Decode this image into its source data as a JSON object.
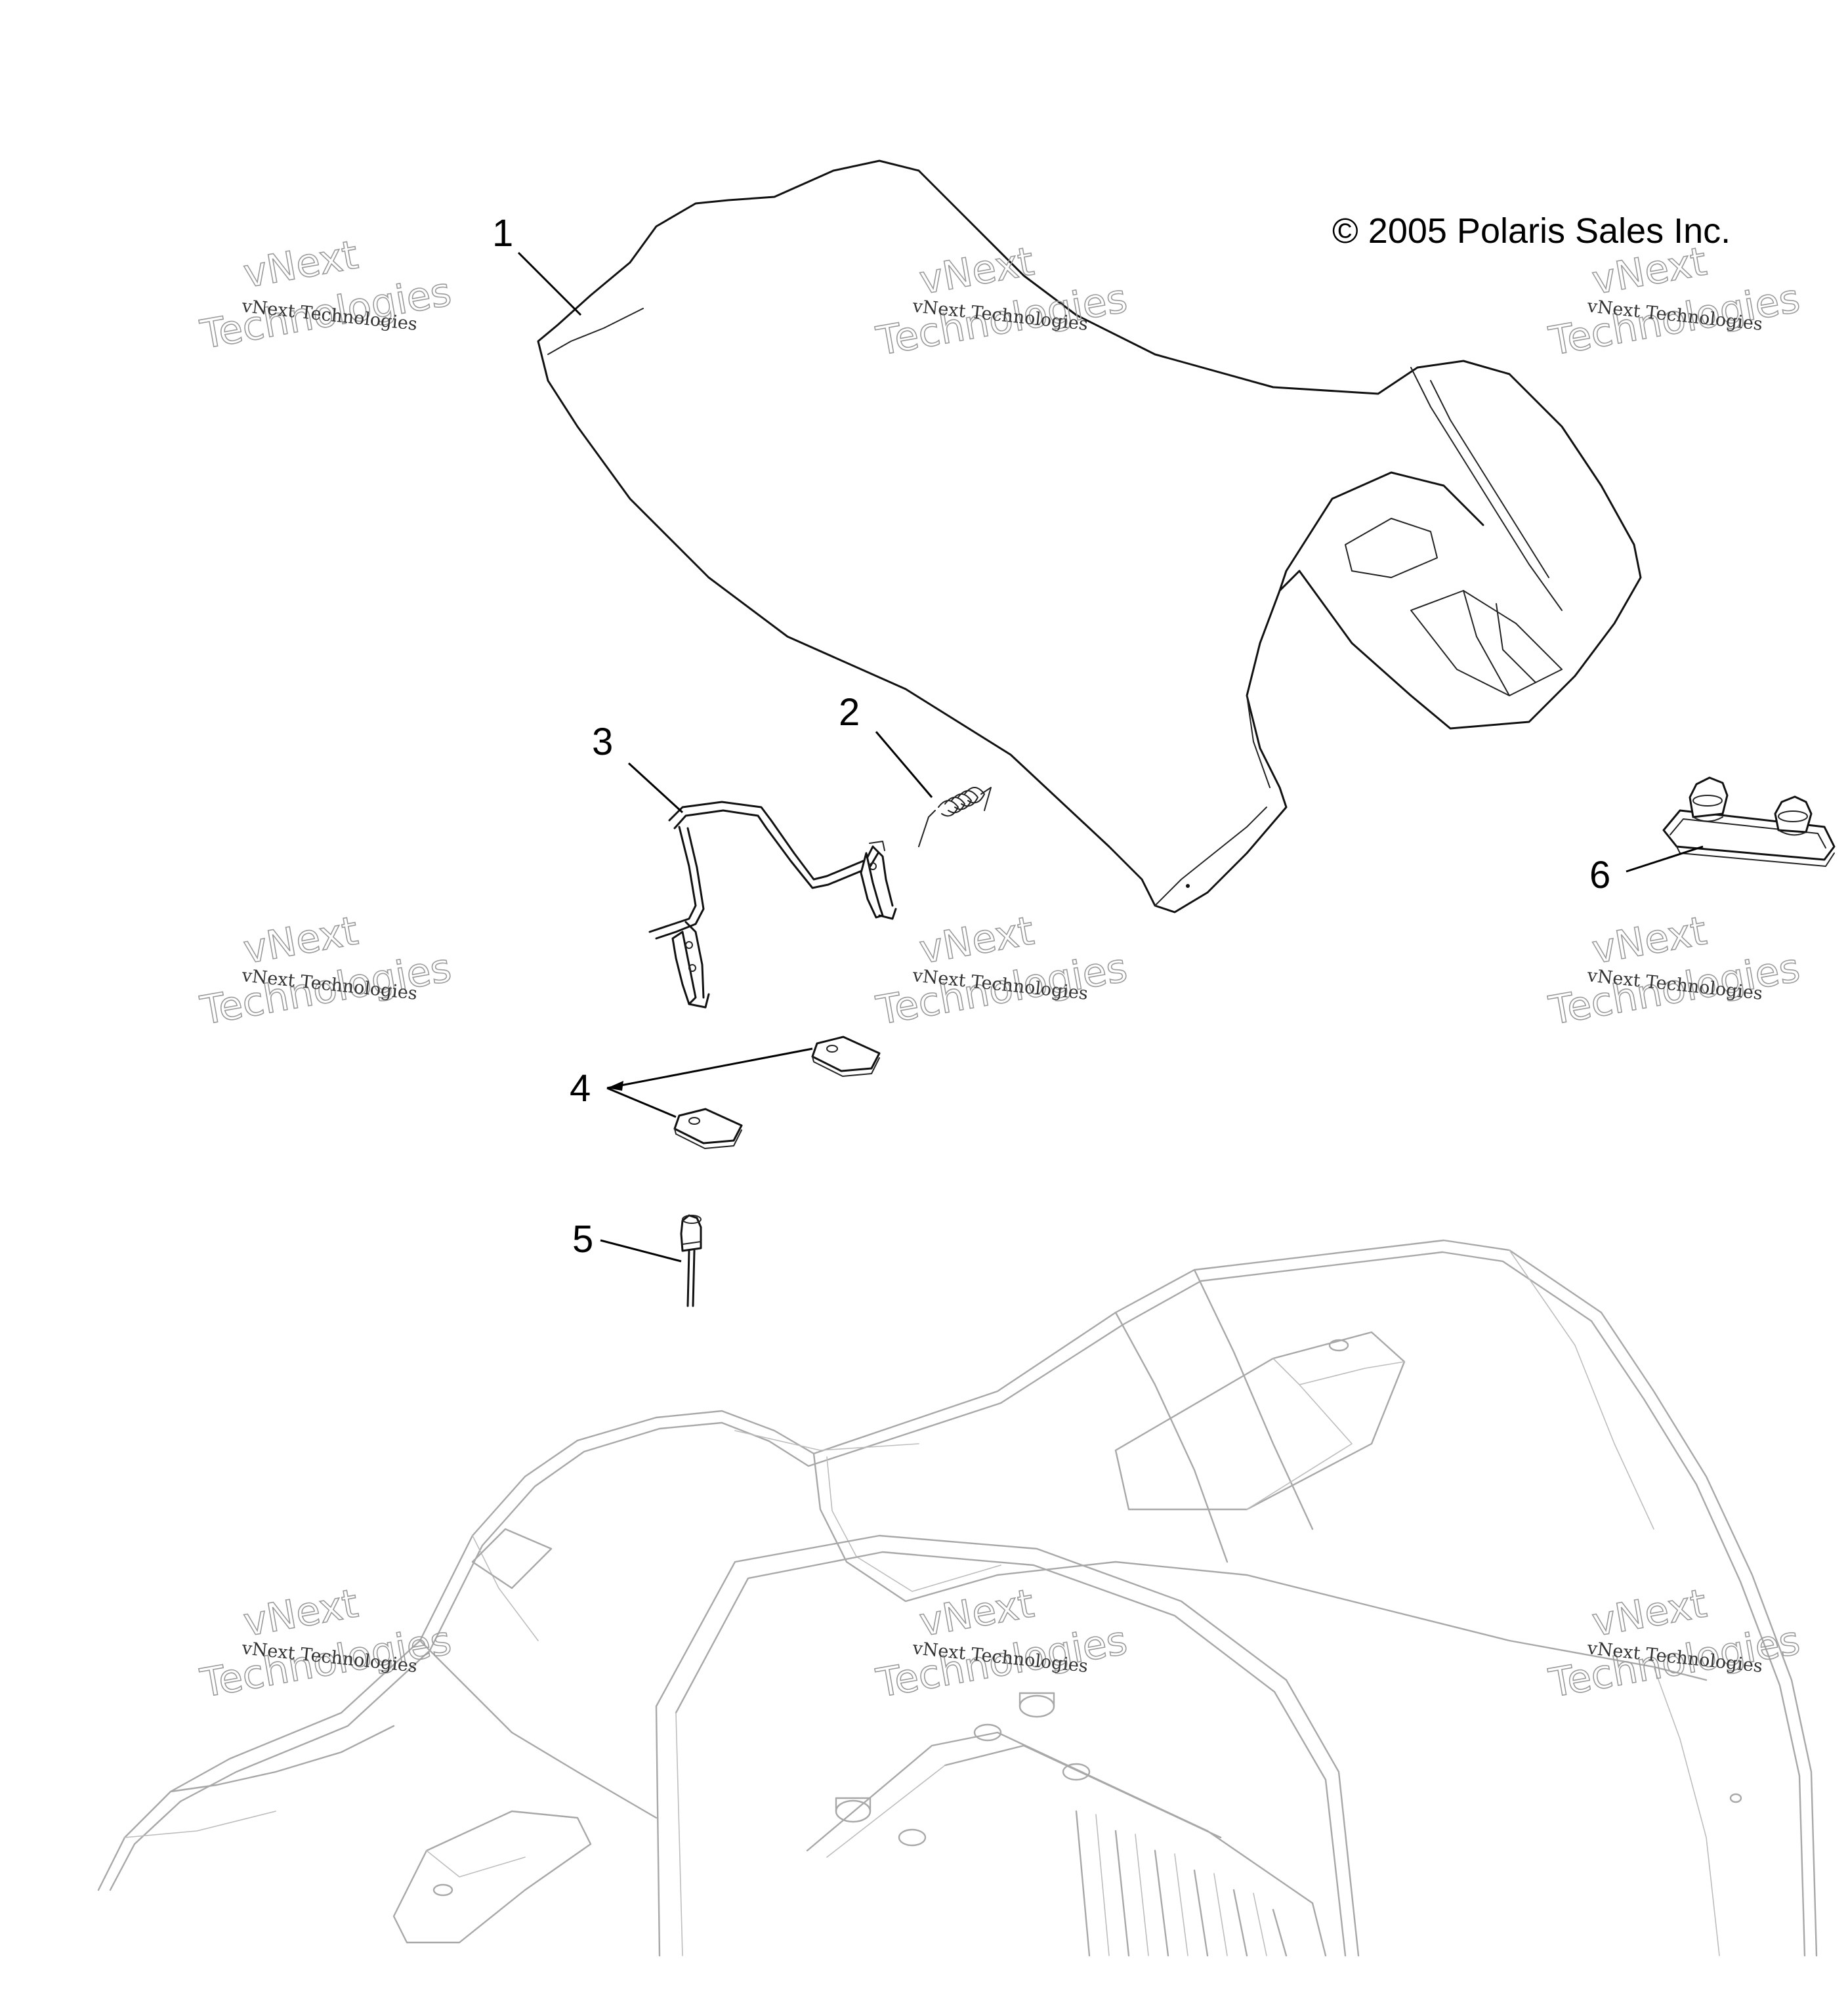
{
  "copyright": "© 2005 Polaris Sales Inc.",
  "callouts": [
    {
      "id": "callout-1",
      "label": "1"
    },
    {
      "id": "callout-2",
      "label": "2"
    },
    {
      "id": "callout-3",
      "label": "3"
    },
    {
      "id": "callout-4",
      "label": "4"
    },
    {
      "id": "callout-5",
      "label": "5"
    },
    {
      "id": "callout-6",
      "label": "6"
    }
  ],
  "watermark": {
    "line_small": "vNext Technologies",
    "line_big_1": "vNext",
    "line_big_2": "Technologies"
  }
}
